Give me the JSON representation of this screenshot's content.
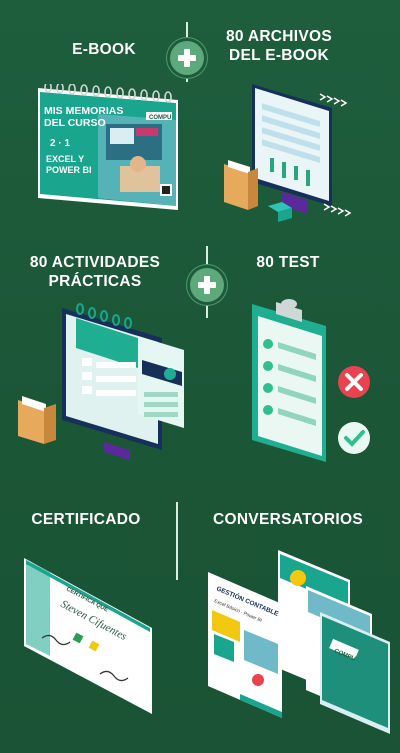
{
  "labels": {
    "ebook": "E-BOOK",
    "archivos_line1": "80 ARCHIVOS",
    "archivos_line2": "DEL E-BOOK",
    "actividades_line1": "80 ACTIVIDADES",
    "actividades_line2": "PRÁCTICAS",
    "test": "80 TEST",
    "certificado": "CERTIFICADO",
    "conversatorios": "CONVERSATORIOS"
  },
  "ebook_cover": {
    "title_line1": "MIS MEMORIAS",
    "title_line2": "DEL CURSO",
    "badge": "2 · 1",
    "course_line1": "EXCEL Y",
    "course_line2": "POWER BI",
    "brand": "COMPU"
  },
  "certificate": {
    "heading": "CERTIFICA QUE",
    "name": "Steven Cifuentes"
  },
  "conversatorios_cards": {
    "card1_title": "GESTIÓN CONTABLE",
    "card1_sub": "Excel Básico · Power BI",
    "brand": "COMPU"
  },
  "colors": {
    "background": "#1d5b3b",
    "accent_green": "#5ea97b",
    "teal": "#1aa58f",
    "red_circle": "#e8434f"
  },
  "icons": [
    "plus-icon",
    "check-icon",
    "cross-icon",
    "folder-icon",
    "clipboard-icon",
    "monitor-icon"
  ]
}
